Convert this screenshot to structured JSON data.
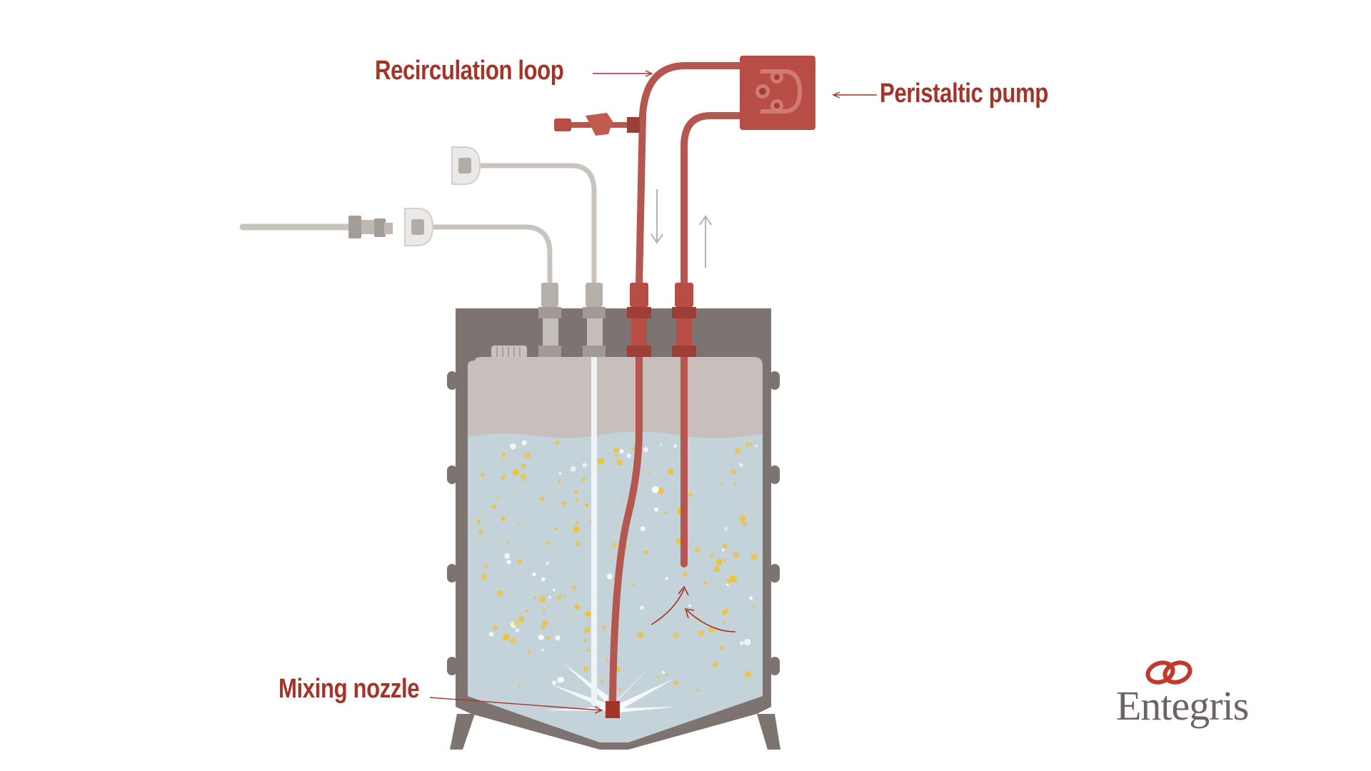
{
  "labels": {
    "recirculation_loop": "Recirculation loop",
    "peristaltic_pump": "Peristaltic pump",
    "mixing_nozzle": "Mixing nozzle"
  },
  "logo": {
    "text": "Entegris"
  },
  "colors": {
    "accent_red": "#a4342a",
    "tube_red": "#b4574f",
    "tank_body": "#7d7471",
    "liquid": "#c3d3d9",
    "headspace": "#c8bfbc",
    "particles": "#f2c230",
    "gray_tubing": "#c8c3be"
  },
  "icons": [
    "peristaltic-pump-icon",
    "mixing-nozzle-icon",
    "valve-icon",
    "flow-arrow-icon",
    "entegris-rings-icon"
  ]
}
